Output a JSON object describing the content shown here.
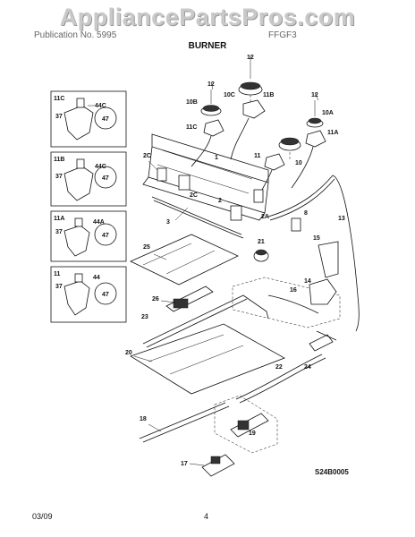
{
  "watermark": "AppliancePartsPros.com",
  "header": {
    "left": "Publication No. 5995",
    "right": "FFGF3"
  },
  "section_title": "BURNER",
  "footer": {
    "date": "03/09",
    "page": "4"
  },
  "diagram_code": "S24B0005",
  "inset_boxes": [
    {
      "id": "11C",
      "sub": [
        "44C",
        "37",
        "47"
      ]
    },
    {
      "id": "11B",
      "sub": [
        "44C",
        "37",
        "47"
      ]
    },
    {
      "id": "11A",
      "sub": [
        "44A",
        "37",
        "47"
      ]
    },
    {
      "id": "11",
      "sub": [
        "44",
        "37",
        "47"
      ]
    }
  ],
  "callouts": [
    "12",
    "10C",
    "11B",
    "12",
    "10B",
    "12",
    "10A",
    "11C",
    "11A",
    "11",
    "10",
    "2C",
    "1",
    "2C",
    "2",
    "2A",
    "3",
    "8",
    "13",
    "25",
    "21",
    "15",
    "16",
    "14",
    "26",
    "23",
    "20",
    "24",
    "22",
    "18",
    "19",
    "17"
  ]
}
